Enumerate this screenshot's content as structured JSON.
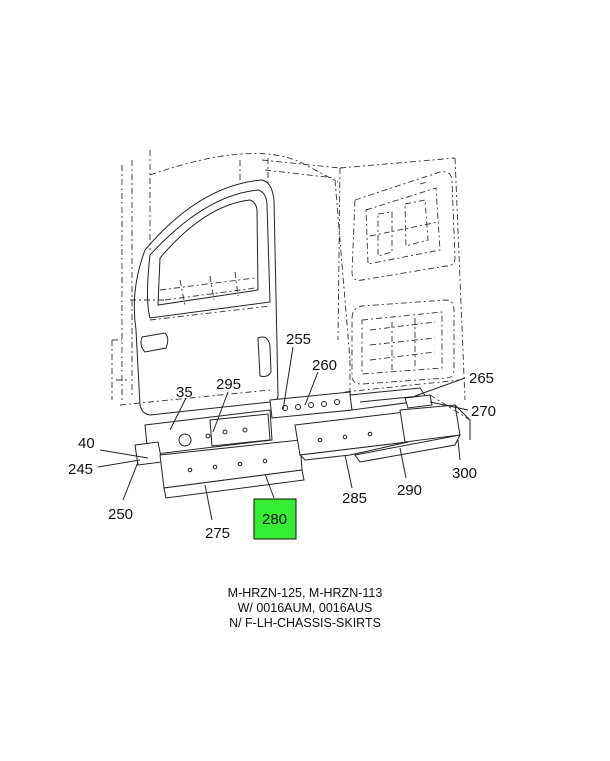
{
  "callouts": {
    "c35": "35",
    "c40": "40",
    "c245": "245",
    "c250": "250",
    "c255": "255",
    "c260": "260",
    "c265": "265",
    "c270": "270",
    "c275": "275",
    "c280": "280",
    "c285": "285",
    "c290": "290",
    "c295": "295",
    "c300": "300"
  },
  "highlight_color": "#33ee33",
  "caption": {
    "line1": "M-HRZN-125, M-HRZN-113",
    "line2": "W/ 0016AUM, 0016AUS",
    "line3": "N/ F-LH-CHASSIS-SKIRTS"
  }
}
